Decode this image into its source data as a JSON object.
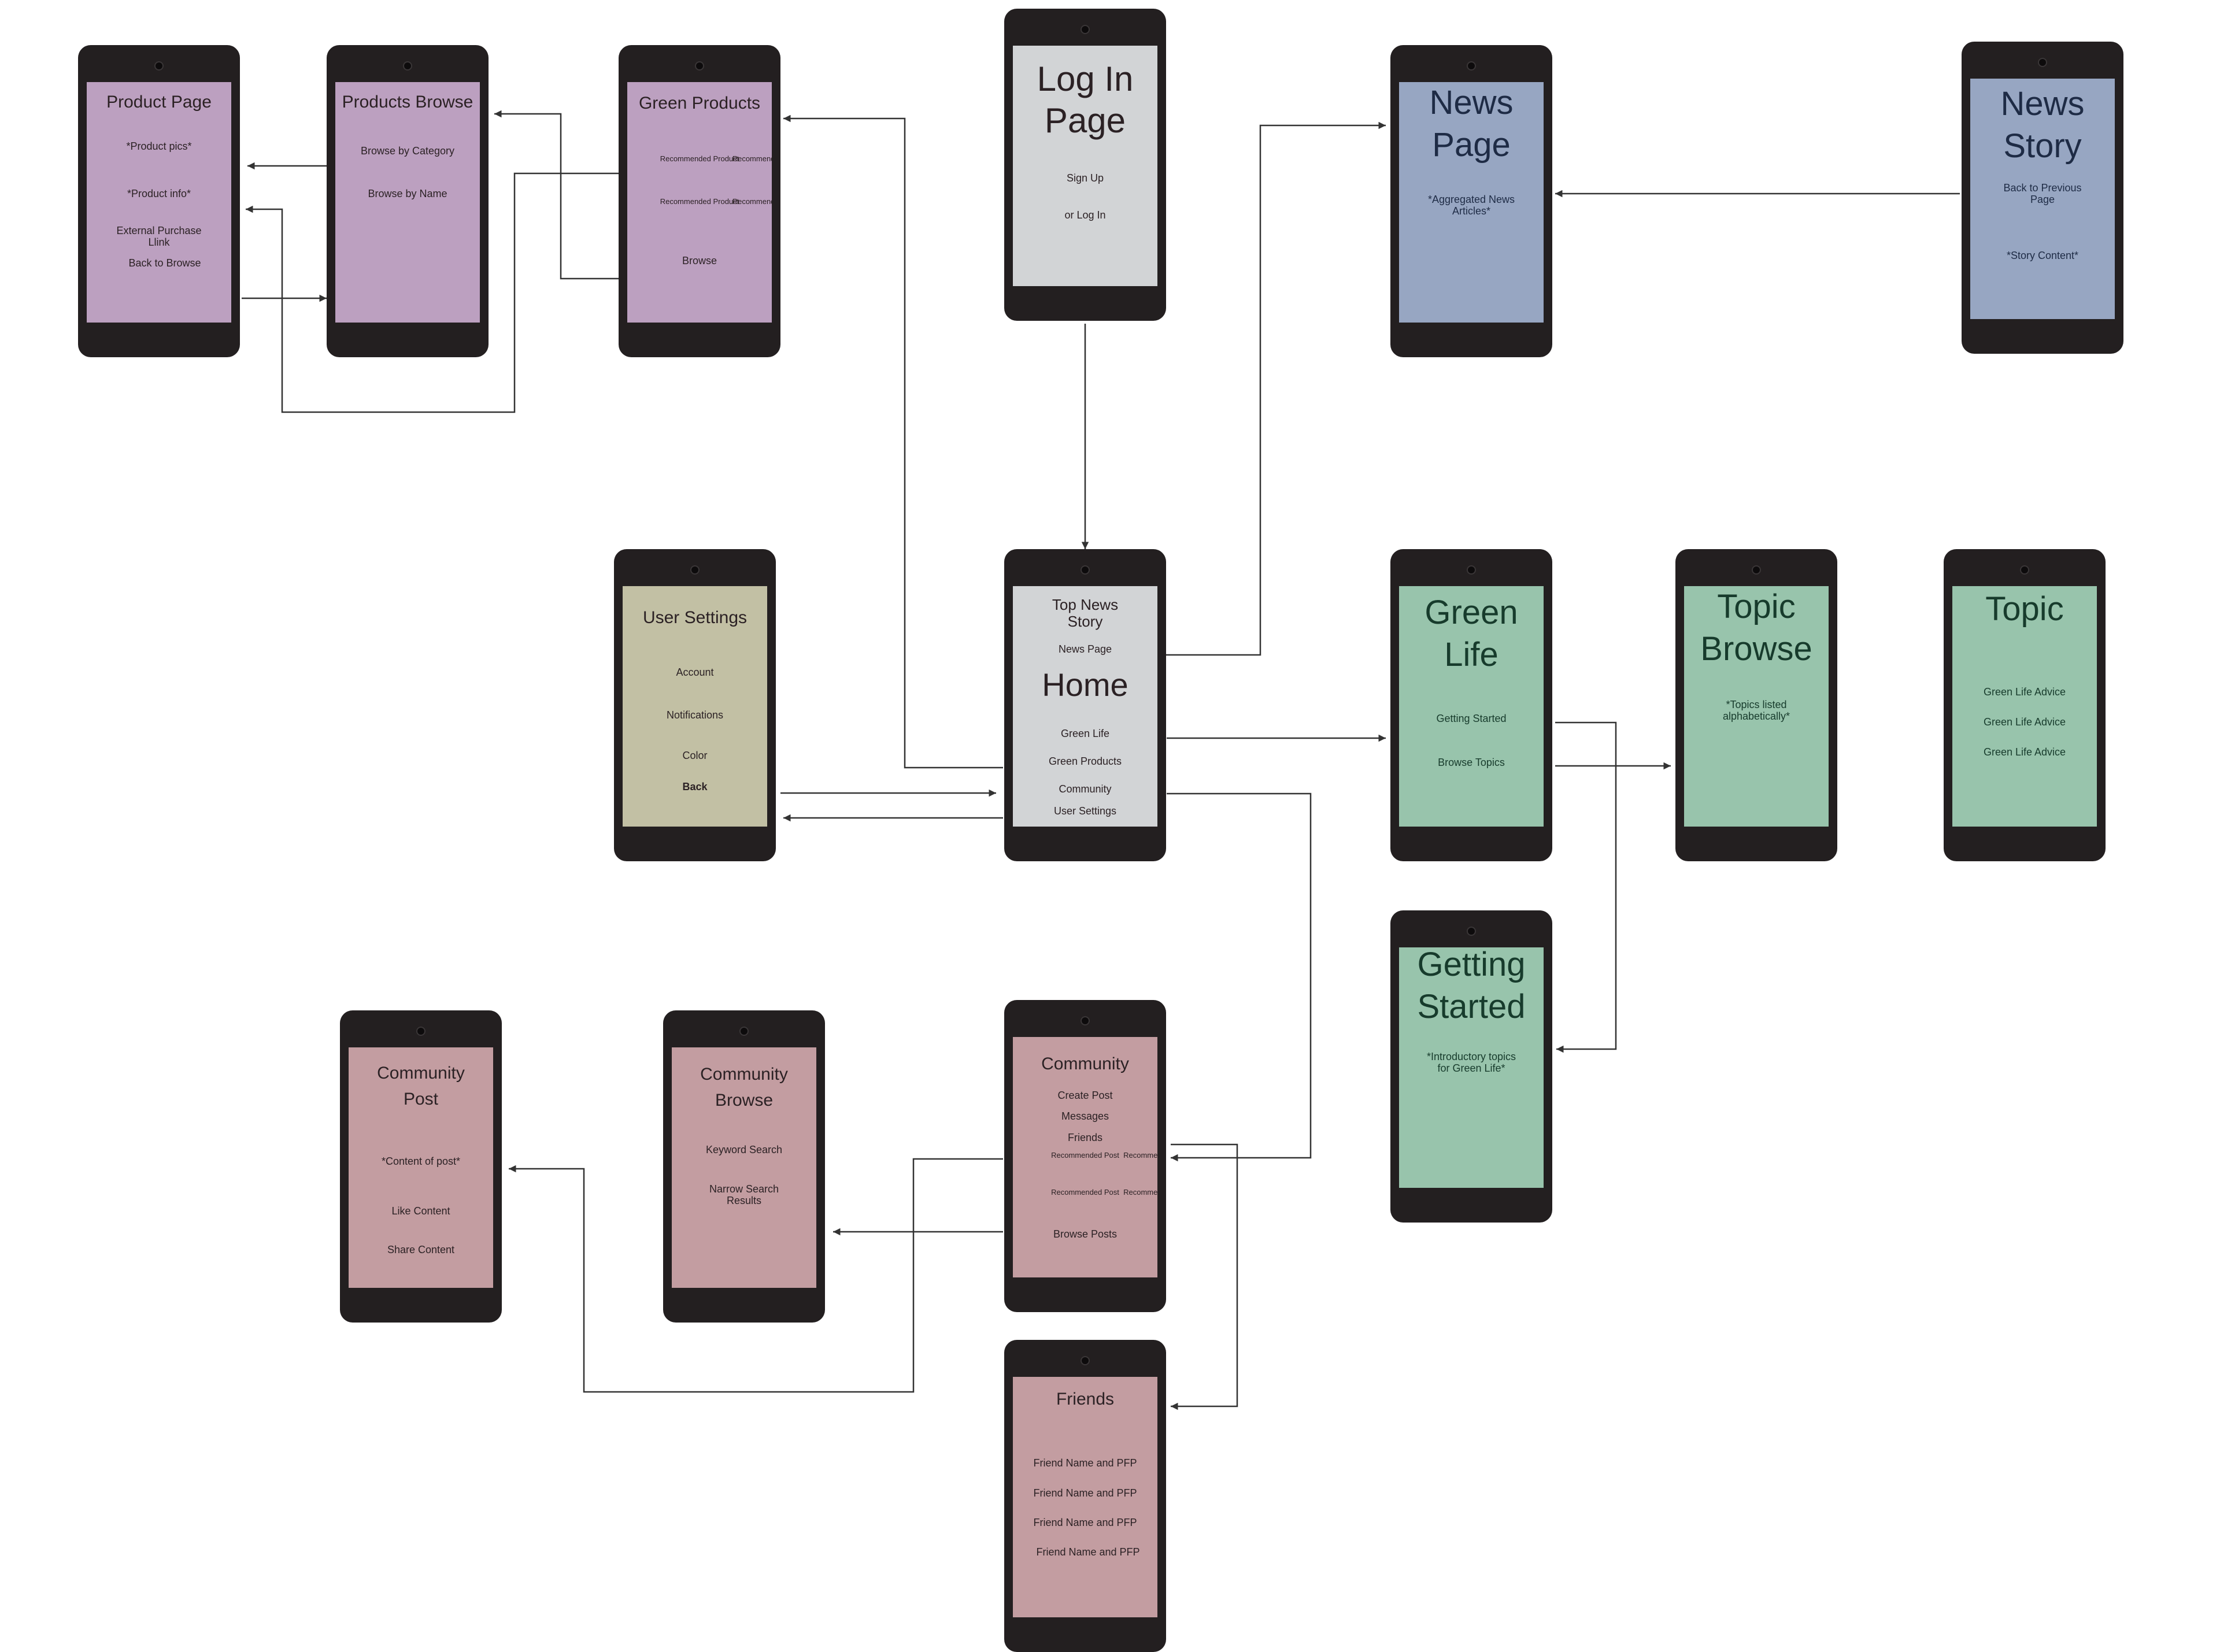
{
  "screens": {
    "product_page": {
      "title": "Product Page",
      "items": [
        "*Product pics*",
        "*Product info*",
        "External Purchase Llink",
        "Back to Browse"
      ]
    },
    "products_browse": {
      "title": "Products Browse",
      "items": [
        "Browse by Category",
        "Browse by Name"
      ]
    },
    "green_products": {
      "title": "Green Products",
      "recommended": [
        "Recommended Product",
        "Recommended Product",
        "Recommended Product",
        "Recommended Product"
      ],
      "browse": "Browse"
    },
    "login": {
      "title": "Log In Page",
      "items": [
        "Sign Up",
        "or Log In"
      ]
    },
    "news_page": {
      "title": "News Page",
      "items": [
        "*Aggregated News Articles*"
      ]
    },
    "news_story": {
      "title": "News Story",
      "items": [
        "Back to Previous Page",
        "*Story Content*"
      ]
    },
    "user_settings": {
      "title": "User Settings",
      "items": [
        "Account",
        "Notifications",
        "Color",
        "Back"
      ]
    },
    "home": {
      "top_news": "Top News Story",
      "news_page": "News Page",
      "title": "Home",
      "items": [
        "Green Life",
        "Green Products",
        "Community",
        "User Settings"
      ]
    },
    "green_life": {
      "title": "Green Life",
      "items": [
        "Getting Started",
        "Browse Topics"
      ]
    },
    "topic_browse": {
      "title": "Topic Browse",
      "items": [
        "*Topics listed alphabetically*"
      ]
    },
    "topic": {
      "title": "Topic",
      "items": [
        "Green Life Advice",
        "Green Life Advice",
        "Green Life Advice"
      ]
    },
    "getting_started": {
      "title": "Getting Started",
      "items": [
        "*Introductory topics for Green Life*"
      ]
    },
    "community_post": {
      "title": "Community Post",
      "items": [
        "*Content of post*",
        "Like Content",
        "Share Content"
      ]
    },
    "community_browse": {
      "title": "Community Browse",
      "items": [
        "Keyword Search",
        "Narrow Search Results"
      ]
    },
    "community": {
      "title": "Community",
      "items": [
        "Create Post",
        "Messages",
        "Friends"
      ],
      "recommended": [
        "Recommended Post",
        "Recommended Post",
        "Recommended Post",
        "Recommended Post"
      ],
      "browse": "Browse Posts"
    },
    "friends": {
      "title": "Friends",
      "items": [
        "Friend Name and PFP",
        "Friend Name and PFP",
        "Friend Name and PFP",
        "Friend Name and PFP"
      ]
    }
  },
  "colors": {
    "products": "#bca0c0",
    "login_home": "#d2d4d6",
    "news": "#97a6c2",
    "settings": "#c2c0a4",
    "green_life": "#98c4ac",
    "community": "#c39da1",
    "device": "#231f20",
    "connector": "#333333"
  }
}
